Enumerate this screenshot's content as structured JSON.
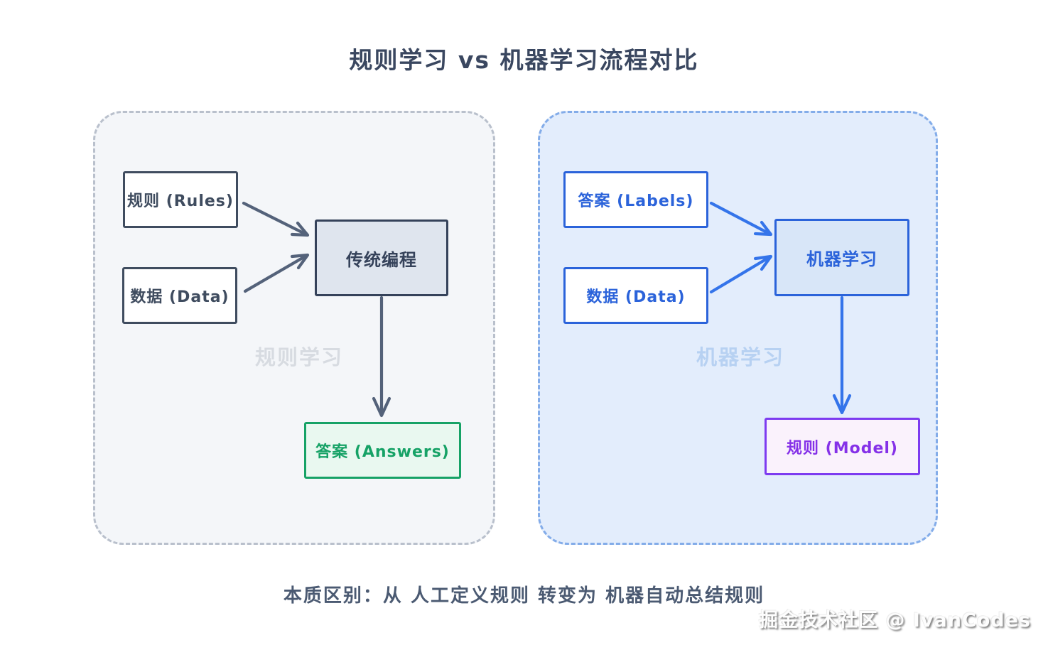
{
  "title": "规则学习 vs 机器学习流程对比",
  "left_panel": {
    "watermark": "规则学习",
    "rules_box": "规则 (Rules)",
    "data_box": "数据 (Data)",
    "process_box": "传统编程",
    "output_box": "答案 (Answers)"
  },
  "right_panel": {
    "watermark": "机器学习",
    "labels_box": "答案 (Labels)",
    "data_box": "数据 (Data)",
    "process_box": "机器学习",
    "output_box": "规则 (Model)"
  },
  "footer": {
    "summary": "本质区别：从 人工定义规则 转变为 机器自动总结规则",
    "credit": "掘金技术社区 @ IvanCodes"
  },
  "colors": {
    "title-text": "#3a4760",
    "panel-left-bg": "#f4f6f9",
    "panel-left-border": "#b9c0cc",
    "panel-right-bg": "#e3edfc",
    "panel-right-border": "#83ace9",
    "slate": "#3f4c5f",
    "slate-dark": "#35425a",
    "slate-fill-bg": "#dfe5ee",
    "slate-arrow": "#54627a",
    "green": "#16a266",
    "green-bg": "#e9f8f0",
    "blue": "#2b63da",
    "blue-fill-bg": "#d8e6f8",
    "blue-arrow": "#3474ea",
    "purple": "#7d3bf0",
    "purple-bg": "#faf2fc",
    "purple-text": "#8531e8",
    "watermark-gray": "#d7dbe1",
    "watermark-blue": "#b7d1f2",
    "footer-text": "#4b5a72"
  }
}
